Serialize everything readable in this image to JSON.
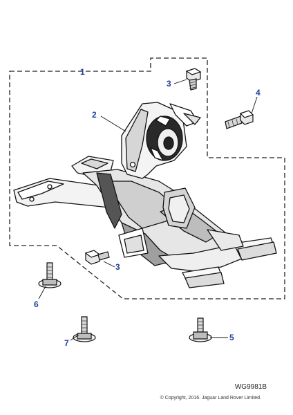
{
  "diagram": {
    "reference_code": "WG9981B",
    "copyright": "© Copyright, 2016. Jaguar Land Rover Limited.",
    "callout_color": "#1f3f9e",
    "callouts": [
      {
        "label": "1",
        "part": "assembly-group"
      },
      {
        "label": "2",
        "part": "engine-mount"
      },
      {
        "label": "3",
        "part": "upper-bolt"
      },
      {
        "label": "4",
        "part": "mount-bolt"
      },
      {
        "label": "3",
        "part": "lower-bolt"
      },
      {
        "label": "5",
        "part": "flange-bolt"
      },
      {
        "label": "6",
        "part": "stud-left"
      },
      {
        "label": "7",
        "part": "stud-bottom"
      }
    ]
  }
}
